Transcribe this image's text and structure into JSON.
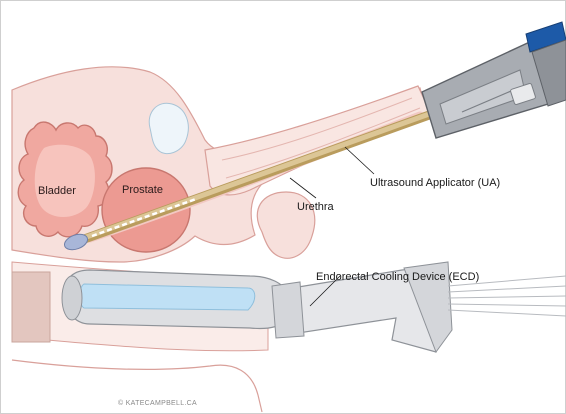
{
  "labels": {
    "bladder": "Bladder",
    "prostate": "Prostate",
    "urethra": "Urethra",
    "ultrasound_applicator": "Ultrasound Applicator (UA)",
    "cooling_device": "Endorectal Cooling Device (ECD)"
  },
  "credit": "© KATECAMPBELL.CA",
  "colors": {
    "skin_outline": "#d9a09a",
    "tissue_fill": "#f7e0dc",
    "bladder_fill": "#f0a8a0",
    "prostate_fill": "#ec9a92",
    "applicator_shaft": "#d9c18e",
    "handpiece_gray": "#a8acb2",
    "handpiece_blue": "#1d5aa8",
    "cooling_blue": "#bfe0f5",
    "ecd_gray": "#dedfe2"
  }
}
